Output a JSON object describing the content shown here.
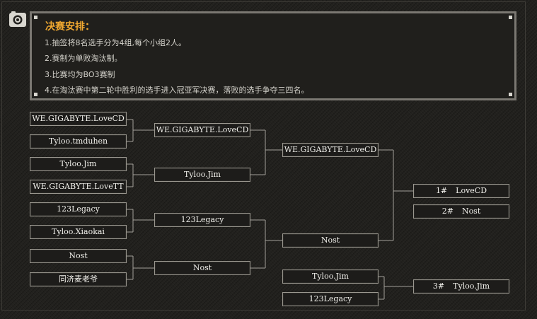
{
  "rules": {
    "title": "决赛安排：",
    "items": [
      "1.抽签将8名选手分为4组,每个小组2人。",
      "2.赛制为单败淘汰制。",
      "3.比赛均为BO3赛制",
      "4.在淘汰赛中第二轮中胜利的选手进入冠亚军决赛，落败的选手争夺三四名。"
    ]
  },
  "bracket": {
    "round1": [
      "WE.GIGABYTE.LoveCD",
      "Tyloo.tmduhen",
      "Tyloo.Jim",
      "WE.GIGABYTE.LoveTT",
      "123Legacy",
      "Tyloo.Xiaokai",
      "Nost",
      "同济麦老爷"
    ],
    "round2": [
      "WE.GIGABYTE.LoveCD",
      "Tyloo.Jim",
      "123Legacy",
      "Nost"
    ],
    "semifinal": [
      "WE.GIGABYTE.LoveCD",
      "Nost"
    ],
    "third_place_match": [
      "Tyloo.Jim",
      "123Legacy"
    ],
    "results": [
      {
        "rank": "1#",
        "name": "LoveCD"
      },
      {
        "rank": "2#",
        "name": "Nost"
      },
      {
        "rank": "3#",
        "name": "Tyloo.Jim"
      }
    ]
  },
  "icons": {
    "camera": "camera-icon"
  },
  "colors": {
    "accent": "#f0a830",
    "border": "#9a978f",
    "background": "#22211e"
  }
}
